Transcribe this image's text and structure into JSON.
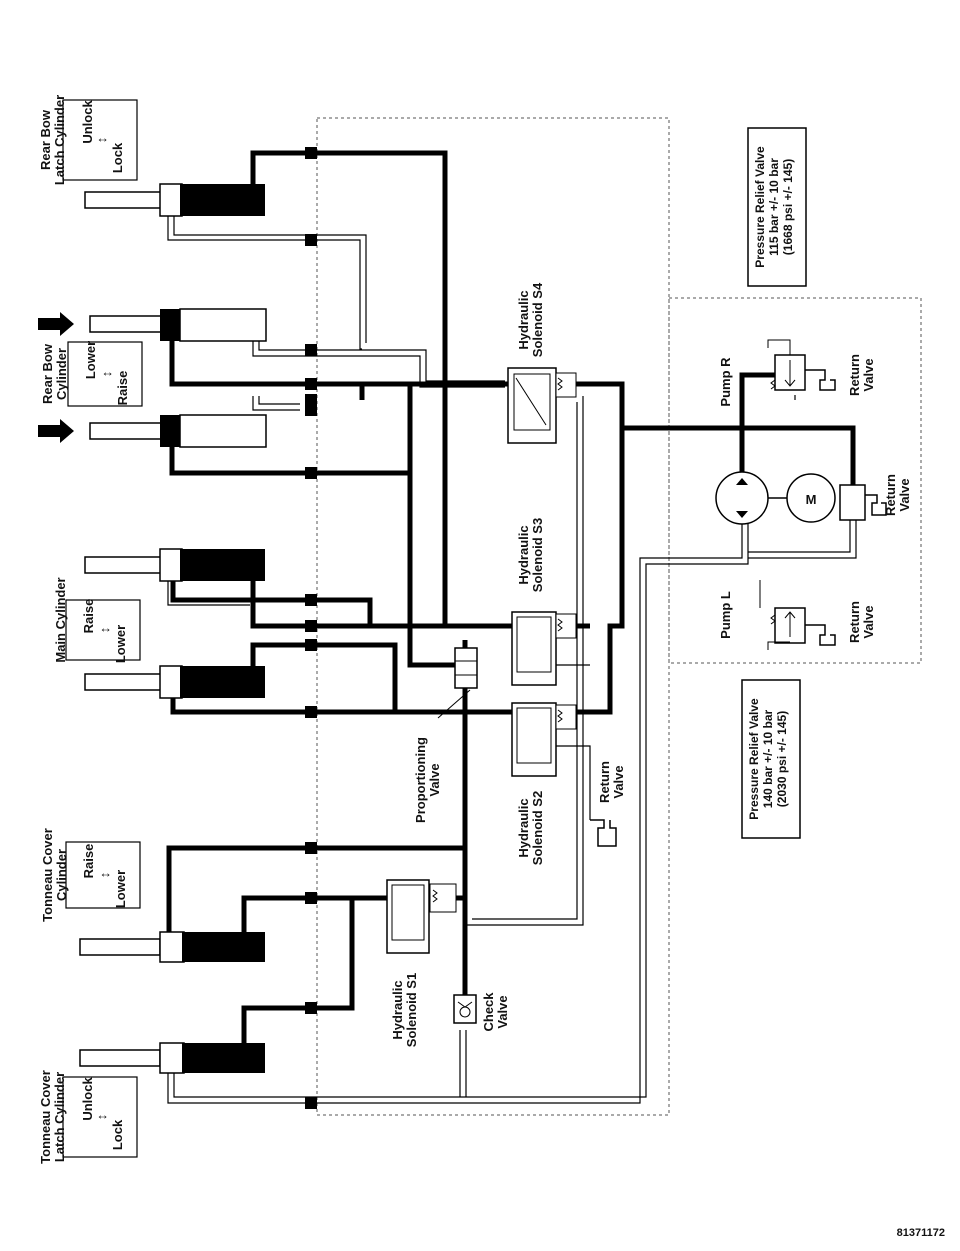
{
  "components": {
    "rear_bow_latch": {
      "title": [
        "Rear Bow",
        "Latch Cylinder"
      ],
      "states": [
        "Unlock",
        "Lock"
      ]
    },
    "rear_bow": {
      "title": [
        "Rear Bow",
        "Cylinder"
      ],
      "states": [
        "Lower",
        "Raise"
      ]
    },
    "main": {
      "title": [
        "Main Cylinder"
      ],
      "states": [
        "Raise",
        "Lower"
      ]
    },
    "tonneau": {
      "title": [
        "Tonneau Cover",
        "Cylinder"
      ],
      "states": [
        "Raise",
        "Lower"
      ]
    },
    "tonneau_latch": {
      "title": [
        "Tonneau Cover",
        "Latch Cylinder"
      ],
      "states": [
        "Unlock",
        "Lock"
      ]
    }
  },
  "valves": {
    "solenoid_s4": [
      "Hydraulic",
      "Solenoid S4"
    ],
    "solenoid_s3": [
      "Hydraulic",
      "Solenoid S3"
    ],
    "solenoid_s2": [
      "Hydraulic",
      "Solenoid S2"
    ],
    "solenoid_s1": [
      "Hydraulic",
      "Solenoid S1"
    ],
    "proportioning": [
      "Proportioning",
      "Valve"
    ],
    "check": [
      "Check",
      "Valve"
    ],
    "return_main": [
      "Return",
      "Valve"
    ],
    "return_r": [
      "Return",
      "Valve"
    ],
    "return_mid": [
      "Return",
      "Valve"
    ],
    "return_l": [
      "Return",
      "Valve"
    ]
  },
  "pump": {
    "pump_r": "Pump R",
    "pump_l": "Pump L",
    "motor": "M"
  },
  "relief": {
    "top": [
      "Pressure Relief Valve",
      "115 bar +/- 10 bar",
      "(1668 psi +/- 145)"
    ],
    "bottom": [
      "Pressure Relief Valve",
      "140 bar +/- 10 bar",
      "(2030 psi +/- 145)"
    ]
  },
  "figure_number": "81371172"
}
